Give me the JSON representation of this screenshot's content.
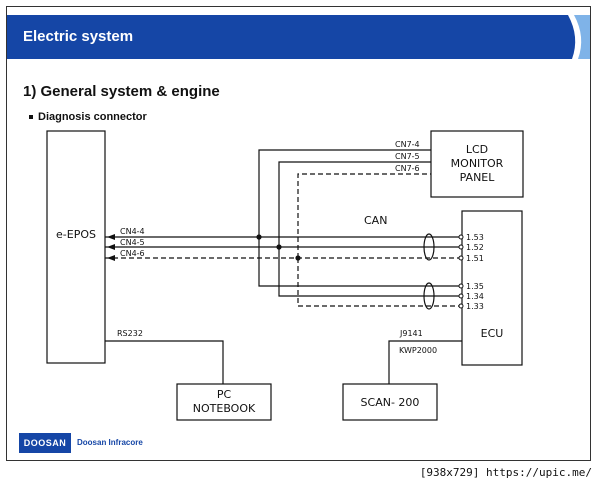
{
  "header": {
    "title": "Electric system"
  },
  "section": {
    "heading": "1) General system & engine",
    "subheading": "Diagnosis connector"
  },
  "blocks": {
    "epos": "e-EPOS",
    "lcd": [
      "LCD",
      "MONITOR",
      "PANEL"
    ],
    "ecu": "ECU",
    "pc": [
      "PC",
      "NOTEBOOK"
    ],
    "scan": "SCAN- 200"
  },
  "labels": {
    "cn7_4": "CN7-4",
    "cn7_5": "CN7-5",
    "cn7_6": "CN7-6",
    "cn4_4": "CN4-4",
    "cn4_5": "CN4-5",
    "cn4_6": "CN4-6",
    "can": "CAN",
    "pin_153": "1.53",
    "pin_152": "1.52",
    "pin_151": "1.51",
    "pin_135": "1.35",
    "pin_134": "1.34",
    "pin_133": "1.33",
    "rs232": "RS232",
    "j9141": "J9141",
    "kwp2000": "KWP2000"
  },
  "footer": {
    "logo": "DOOSAN",
    "company": "Doosan Infracore"
  },
  "credit": "[938x729] https://upic.me/",
  "colors": {
    "banner": "#1546a6",
    "line": "#111111"
  }
}
